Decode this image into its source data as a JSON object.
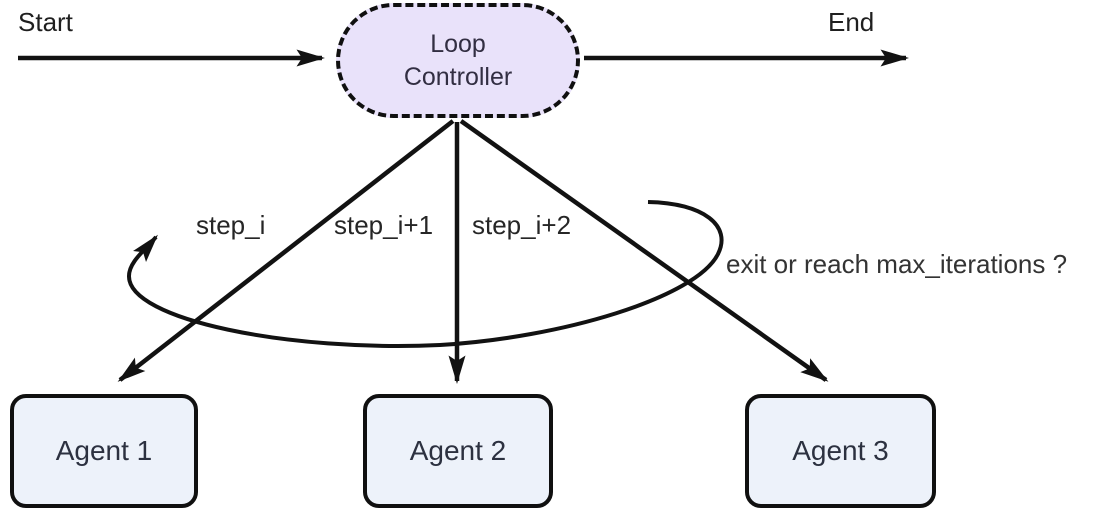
{
  "diagram": {
    "type": "flowchart-loop-pattern",
    "background_color": "#ffffff",
    "stroke_color": "#121212",
    "labels": {
      "start": "Start",
      "end": "End",
      "step_1": "step_i",
      "step_2": "step_i+1",
      "step_3": "step_i+2",
      "exit_condition": "exit or reach max_iterations ?"
    },
    "nodes": {
      "loop_controller": {
        "line1": "Loop",
        "line2": "Controller",
        "fill": "#e9e2fa",
        "border": "dashed #101010",
        "text_color": "#322e42"
      },
      "agents": [
        {
          "label": "Agent 1",
          "fill": "#edf2fa",
          "text_color": "#2c3140"
        },
        {
          "label": "Agent 2",
          "fill": "#edf2fa",
          "text_color": "#2c3140"
        },
        {
          "label": "Agent 3",
          "fill": "#edf2fa",
          "text_color": "#2c3140"
        }
      ]
    },
    "edges": [
      {
        "name": "start-to-loop-controller",
        "from": "Start",
        "to": "Loop Controller"
      },
      {
        "name": "loop-controller-to-end",
        "from": "Loop Controller",
        "to": "End"
      },
      {
        "name": "loop-controller-to-agent-1",
        "label": "step_i"
      },
      {
        "name": "loop-controller-to-agent-2",
        "label": "step_i+1"
      },
      {
        "name": "loop-controller-to-agent-3",
        "label": "step_i+2"
      },
      {
        "name": "loop-back-arrow",
        "label": "exit or reach max_iterations ?"
      }
    ]
  }
}
